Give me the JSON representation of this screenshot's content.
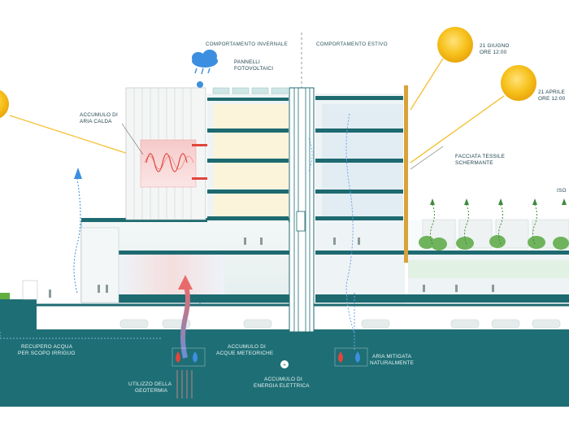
{
  "section_headers": {
    "winter": "COMPORTAMENTO INVERNALE",
    "summer": "COMPORTAMENTO ESTIVO"
  },
  "labels": {
    "pv_line1": "PANNELLI",
    "pv_line2": "FOTOVOLTAICI",
    "hot_air_line1": "ACCUMULO DI",
    "hot_air_line2": "ARIA CALDA",
    "june_line1": "21 GIUGNO",
    "june_line2": "ORE 12:00",
    "april_line1": "21 APRILE",
    "april_line2": "ORE 12:00",
    "textile_line1": "FACCIATA TESSILE",
    "textile_line2": "SCHERMANTE",
    "iso_fragment": "ISO",
    "rain_line1": "RECUPERO ACQUA",
    "rain_line2": "PER SCOPO IRRIGUO",
    "meteoric_line1": "ACCUMULO DI",
    "meteoric_line2": "ACQUE METEORICHE",
    "geo_line1": "UTILIZZO DELLA",
    "geo_line2": "GEOTERMIA",
    "energy_line1": "ACCUMULO DI",
    "energy_line2": "ENERGIA ELETTRICA",
    "mitigated_line1": "ARIA MITIGATA",
    "mitigated_line2": "NATURALMENTE"
  },
  "icons": {
    "sun": "sun-icon",
    "cloud": "rain-cloud-icon",
    "drops": "water-drops-icon",
    "energy": "energy-node-icon",
    "arrow_up": "airflow-arrow-icon"
  },
  "colors": {
    "teal": "#1d6a70",
    "ground": "#1e6f75",
    "sun": "#f5b80f",
    "warm": "#e0463c",
    "cool": "#4a8fd8",
    "green": "#3f8a3c",
    "facade": "#d9a23a"
  }
}
